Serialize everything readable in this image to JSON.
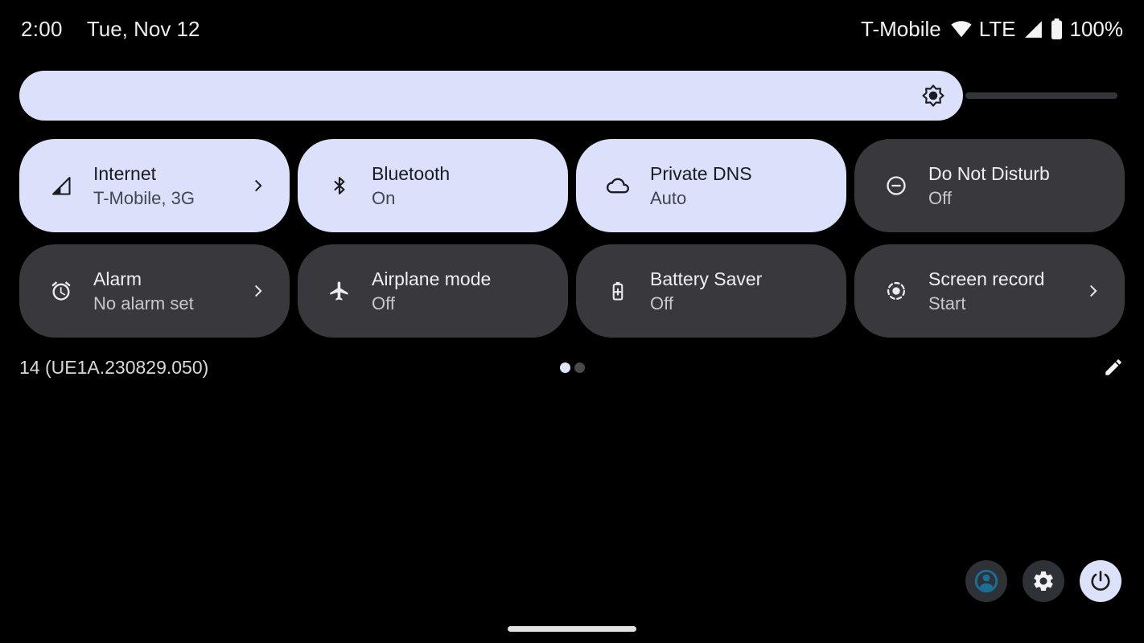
{
  "status_bar": {
    "time": "2:00",
    "date": "Tue, Nov 12",
    "carrier": "T-Mobile",
    "network_type": "LTE",
    "battery_percent": "100%",
    "icons": [
      "wifi-icon",
      "cell-signal-icon",
      "battery-icon"
    ]
  },
  "brightness": {
    "level_percent": 85,
    "icon": "brightness-icon",
    "fill_color": "#dbe1fa",
    "track_color": "#343539"
  },
  "tiles": [
    {
      "icon": "internet-signal-icon",
      "label": "Internet",
      "status": "T-Mobile, 3G",
      "active": true,
      "chevron": true
    },
    {
      "icon": "bluetooth-icon",
      "label": "Bluetooth",
      "status": "On",
      "active": true,
      "chevron": false
    },
    {
      "icon": "cloud-icon",
      "label": "Private DNS",
      "status": "Auto",
      "active": true,
      "chevron": false
    },
    {
      "icon": "do-not-disturb-icon",
      "label": "Do Not Disturb",
      "status": "Off",
      "active": false,
      "chevron": false
    },
    {
      "icon": "alarm-icon",
      "label": "Alarm",
      "status": "No alarm set",
      "active": false,
      "chevron": true
    },
    {
      "icon": "airplane-icon",
      "label": "Airplane mode",
      "status": "Off",
      "active": false,
      "chevron": false
    },
    {
      "icon": "battery-saver-icon",
      "label": "Battery Saver",
      "status": "Off",
      "active": false,
      "chevron": false
    },
    {
      "icon": "screen-record-icon",
      "label": "Screen record",
      "status": "Start",
      "active": false,
      "chevron": true
    }
  ],
  "footer": {
    "build_number": "14 (UE1A.230829.050)",
    "page_dots": {
      "total": 2,
      "active_index": 0
    }
  },
  "quick_buttons": {
    "user_switcher": "user-switcher-button",
    "settings": "settings-button",
    "power": "power-button",
    "accent_user_icon_color": "#1a6f96",
    "power_bg_color": "#dde2fb"
  },
  "colors": {
    "tile_active_bg": "#dbe1fa",
    "tile_inactive_bg": "#39393d",
    "background": "#000000"
  }
}
